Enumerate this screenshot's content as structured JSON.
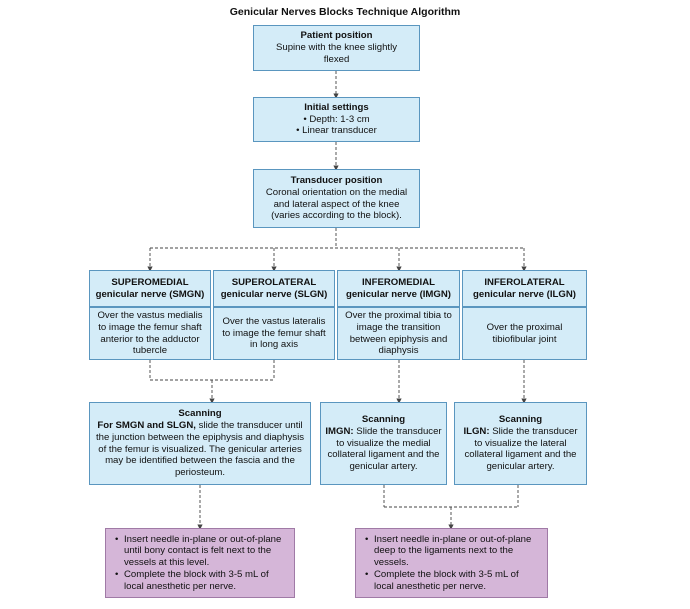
{
  "title": "Genicular Nerves Blocks Technique Algorithm",
  "patient_position": {
    "heading": "Patient position",
    "text": "Supine with the knee slightly flexed"
  },
  "initial_settings": {
    "heading": "Initial settings",
    "items": [
      "Depth: 1-3 cm",
      "Linear transducer"
    ]
  },
  "transducer_position": {
    "heading": "Transducer position",
    "text": "Coronal orientation on the medial and lateral aspect of the knee (varies according to the block)."
  },
  "nerves": [
    {
      "name_line1": "SUPEROMEDIAL",
      "name_line2": "genicular nerve (SMGN)",
      "description": "Over the vastus medialis to image the femur shaft anterior to the adductor tubercle"
    },
    {
      "name_line1": "SUPEROLATERAL",
      "name_line2": "genicular nerve (SLGN)",
      "description": "Over the vastus lateralis to image the femur shaft in long axis"
    },
    {
      "name_line1": "INFEROMEDIAL",
      "name_line2": "genicular nerve (IMGN)",
      "description": "Over the proximal tibia to image the transition between epiphysis and diaphysis"
    },
    {
      "name_line1": "INFEROLATERAL",
      "name_line2": "genicular nerve (ILGN)",
      "description": "Over the proximal tibiofibular joint"
    }
  ],
  "scanning": [
    {
      "heading": "Scanning",
      "label": "For SMGN and SLGN,",
      "text": " slide the transducer until the junction between the epiphysis and diaphysis of the femur is visualized. The genicular arteries may be identified between the fascia and the periosteum."
    },
    {
      "heading": "Scanning",
      "label": "IMGN:",
      "text": " Slide the transducer to visualize the medial collateral ligament and the genicular artery."
    },
    {
      "heading": "Scanning",
      "label": "ILGN:",
      "text": " Slide the transducer to visualize the lateral collateral ligament and the genicular artery."
    }
  ],
  "injection": [
    {
      "items": [
        "Insert needle in-plane or out-of-plane until bony contact is felt next to the vessels at this level.",
        "Complete the block with 3-5 mL of local anesthetic per nerve."
      ]
    },
    {
      "items": [
        "Insert needle in-plane or out-of-plane deep to the ligaments next to the vessels.",
        "Complete the block with 3-5 mL of local anesthetic per nerve."
      ]
    }
  ],
  "colors": {
    "box_fill": "#d4ecf8",
    "box_border": "#5a96bf",
    "injection_fill": "#d5b6d8"
  }
}
